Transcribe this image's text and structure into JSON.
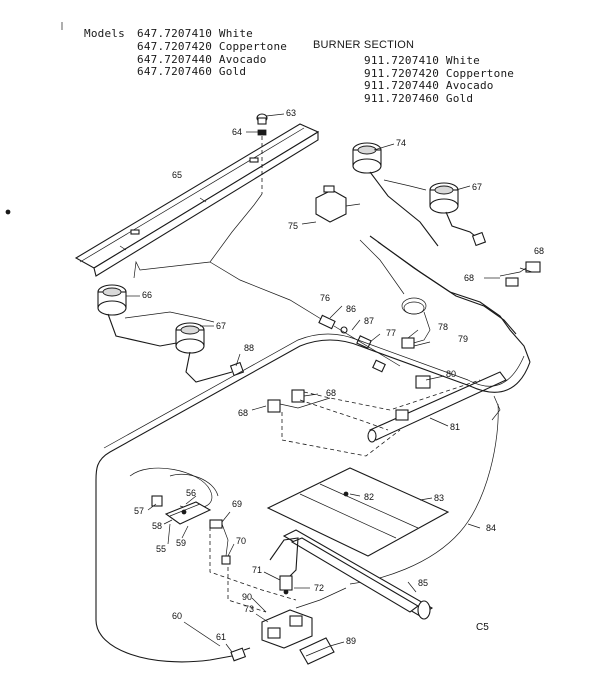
{
  "header": {
    "models_label": "Models",
    "models_left": [
      "647.7207410 White",
      "647.7207420 Coppertone",
      "647.7207440 Avocado",
      "647.7207460 Gold"
    ],
    "section_title": "BURNER SECTION",
    "models_right": [
      "911.7207410 White",
      "911.7207420 Coppertone",
      "911.7207440 Avocado",
      "911.7207460 Gold"
    ]
  },
  "page_code": "C5",
  "callouts": {
    "c63": "63",
    "c64": "64",
    "c65": "65",
    "c74": "74",
    "c67a": "67",
    "c75": "75",
    "c68a": "68",
    "c66": "66",
    "c76": "76",
    "c86": "86",
    "c87": "87",
    "c68b": "68",
    "c67b": "67",
    "c77": "77",
    "c78": "78",
    "c79": "79",
    "c88": "88",
    "c80": "80",
    "c68c": "68",
    "c68d": "68",
    "c81": "81",
    "c82": "82",
    "c83": "83",
    "c57": "57",
    "c56": "56",
    "c69": "69",
    "c58": "58",
    "c59": "59",
    "c55": "55",
    "c84": "84",
    "c70": "70",
    "c71": "71",
    "c72": "72",
    "c85": "85",
    "c90": "90",
    "c73": "73",
    "c60": "60",
    "c61": "61",
    "c89": "89"
  }
}
